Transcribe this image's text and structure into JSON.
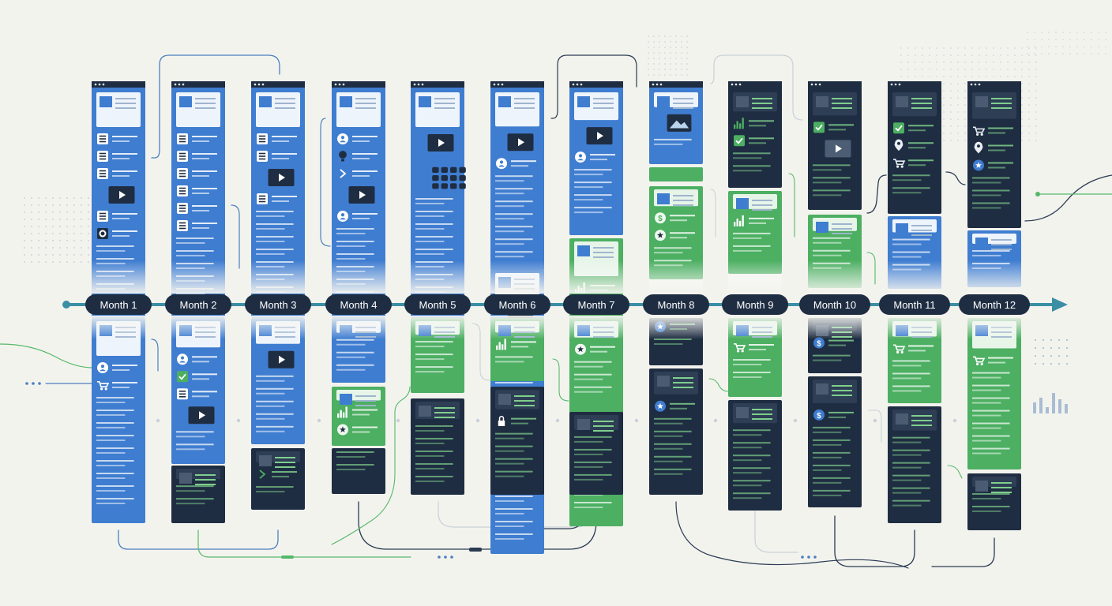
{
  "timeline": {
    "months": [
      "Month 1",
      "Month 2",
      "Month 3",
      "Month 4",
      "Month 5",
      "Month 6",
      "Month 7",
      "Month 8",
      "Month 9",
      "Month 10",
      "Month 11",
      "Month 12"
    ]
  },
  "colors": {
    "background": "#f3f3ee",
    "blue": "#3f7dd0",
    "blue_light": "#6aa3e6",
    "blue_dark": "#2d62ad",
    "green": "#4caf62",
    "green_light": "#7fcf8c",
    "dark": "#1f2d42",
    "pill": "#1f2d42",
    "axis": "#3a8fa5"
  },
  "columns": [
    {
      "top": [
        {
          "kind": "blue",
          "icons": [
            "doc-icon",
            "edit-icon",
            "file-icon",
            "play-icon",
            "doc-icon",
            "gear-icon"
          ]
        }
      ],
      "bottom": [
        {
          "kind": "blue",
          "icons": [
            "avatar-icon",
            "cart-icon"
          ]
        }
      ]
    },
    {
      "top": [
        {
          "kind": "blue",
          "icons": [
            "doc-icon",
            "book-icon",
            "list-icon",
            "video-icon",
            "text-icon",
            "text-icon"
          ]
        }
      ],
      "bottom": [
        {
          "kind": "blue",
          "icons": [
            "user-icon",
            "check-icon",
            "edit-icon",
            "play-icon"
          ]
        },
        {
          "kind": "dark",
          "icons": []
        }
      ]
    },
    {
      "top": [
        {
          "kind": "blue",
          "icons": [
            "doc-icon",
            "text-icon",
            "play-icon",
            "chat-icon"
          ]
        }
      ],
      "bottom": [
        {
          "kind": "blue",
          "icons": [
            "play-icon"
          ]
        },
        {
          "kind": "dark",
          "icons": [
            "chevron-right-icon"
          ]
        }
      ]
    },
    {
      "top": [
        {
          "kind": "blue",
          "icons": [
            "user-icon",
            "lightbulb-icon",
            "chevron-right-icon",
            "play-icon",
            "user-icon"
          ]
        }
      ],
      "bottom": [
        {
          "kind": "blue",
          "icons": []
        },
        {
          "kind": "green",
          "icons": [
            "bar-chart-icon",
            "star-icon"
          ]
        },
        {
          "kind": "dark",
          "icons": []
        }
      ]
    },
    {
      "top": [
        {
          "kind": "blue",
          "icons": [
            "play-icon",
            "grid-icon"
          ]
        }
      ],
      "bottom": [
        {
          "kind": "green",
          "icons": []
        },
        {
          "kind": "dark",
          "icons": []
        }
      ]
    },
    {
      "top": [
        {
          "kind": "blue",
          "icons": [
            "play-icon",
            "user-icon"
          ]
        }
      ],
      "bottom": [
        {
          "kind": "green",
          "icons": [
            "bar-chart-icon"
          ]
        },
        {
          "kind": "dark",
          "icons": [
            "lock-icon"
          ]
        }
      ]
    },
    {
      "top": [
        {
          "kind": "blue",
          "icons": [
            "play-icon",
            "user-icon"
          ]
        },
        {
          "kind": "green",
          "icons": [
            "bar-chart-icon"
          ]
        }
      ],
      "bottom": [
        {
          "kind": "green",
          "icons": [
            "star-icon"
          ]
        },
        {
          "kind": "dark",
          "icons": []
        }
      ]
    },
    {
      "top": [
        {
          "kind": "blue",
          "icons": [
            "image-icon"
          ]
        },
        {
          "kind": "green",
          "icons": [
            "dollar-icon",
            "star-icon"
          ]
        }
      ],
      "bottom": [
        {
          "kind": "dark",
          "icons": [
            "star-icon"
          ]
        }
      ]
    },
    {
      "top": [
        {
          "kind": "dark",
          "icons": [
            "bar-chart-icon",
            "check-icon"
          ]
        },
        {
          "kind": "green",
          "icons": [
            "chart-icon"
          ]
        }
      ],
      "bottom": [
        {
          "kind": "green",
          "icons": [
            "cart-icon"
          ]
        },
        {
          "kind": "dark",
          "icons": []
        }
      ]
    },
    {
      "top": [
        {
          "kind": "dark",
          "icons": [
            "check-icon",
            "play-icon"
          ]
        },
        {
          "kind": "green",
          "icons": []
        }
      ],
      "bottom": [
        {
          "kind": "dark",
          "icons": [
            "dollar-icon"
          ]
        }
      ]
    },
    {
      "top": [
        {
          "kind": "dark",
          "icons": [
            "check-icon",
            "pin-icon",
            "cart-icon"
          ]
        },
        {
          "kind": "blue",
          "icons": []
        }
      ],
      "bottom": [
        {
          "kind": "green",
          "icons": [
            "cart-icon"
          ]
        },
        {
          "kind": "dark",
          "icons": []
        }
      ]
    },
    {
      "top": [
        {
          "kind": "dark",
          "icons": [
            "cart-icon",
            "pin-icon",
            "star-icon"
          ]
        },
        {
          "kind": "blue",
          "icons": []
        }
      ],
      "bottom": [
        {
          "kind": "green",
          "icons": [
            "cart-icon"
          ]
        },
        {
          "kind": "dark",
          "icons": []
        }
      ]
    }
  ]
}
